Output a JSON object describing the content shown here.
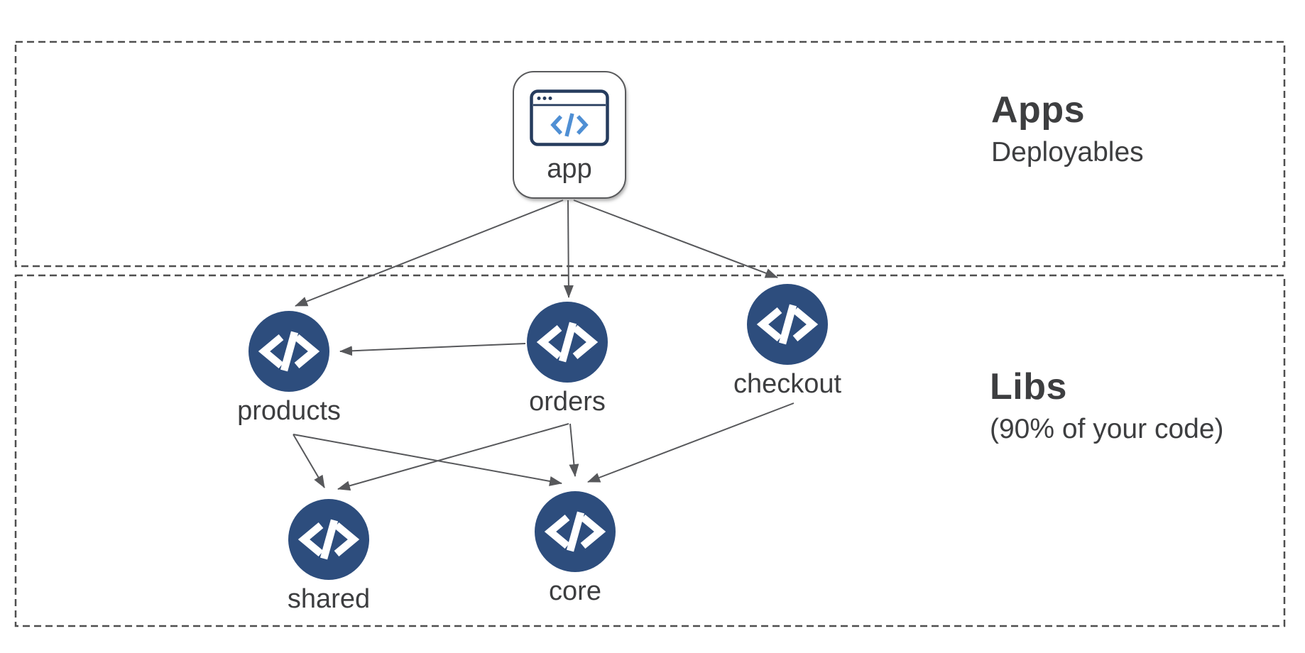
{
  "diagram": {
    "sections": [
      {
        "id": "apps",
        "title": "Apps",
        "subtitle": "Deployables"
      },
      {
        "id": "libs",
        "title": "Libs",
        "subtitle": "(90% of your code)"
      }
    ],
    "nodes": [
      {
        "id": "app",
        "label": "app",
        "type": "application",
        "icon": "browser-code-icon"
      },
      {
        "id": "products",
        "label": "products",
        "type": "lib",
        "icon": "code-icon"
      },
      {
        "id": "orders",
        "label": "orders",
        "type": "lib",
        "icon": "code-icon"
      },
      {
        "id": "checkout",
        "label": "checkout",
        "type": "lib",
        "icon": "code-icon"
      },
      {
        "id": "shared",
        "label": "shared",
        "type": "lib",
        "icon": "code-icon"
      },
      {
        "id": "core",
        "label": "core",
        "type": "lib",
        "icon": "code-icon"
      }
    ],
    "edges": [
      {
        "from": "app",
        "to": "products"
      },
      {
        "from": "app",
        "to": "orders"
      },
      {
        "from": "app",
        "to": "checkout"
      },
      {
        "from": "orders",
        "to": "products"
      },
      {
        "from": "products",
        "to": "shared"
      },
      {
        "from": "products",
        "to": "core"
      },
      {
        "from": "orders",
        "to": "shared"
      },
      {
        "from": "orders",
        "to": "core"
      },
      {
        "from": "checkout",
        "to": "core"
      }
    ],
    "colors": {
      "lib_node_fill": "#2d4d7d",
      "arrow": "#57585b",
      "dashed_border": "#4f4f4f",
      "text": "#3d3e40",
      "app_icon_outline": "#263c5e",
      "app_icon_code": "#4f8fd4"
    }
  }
}
